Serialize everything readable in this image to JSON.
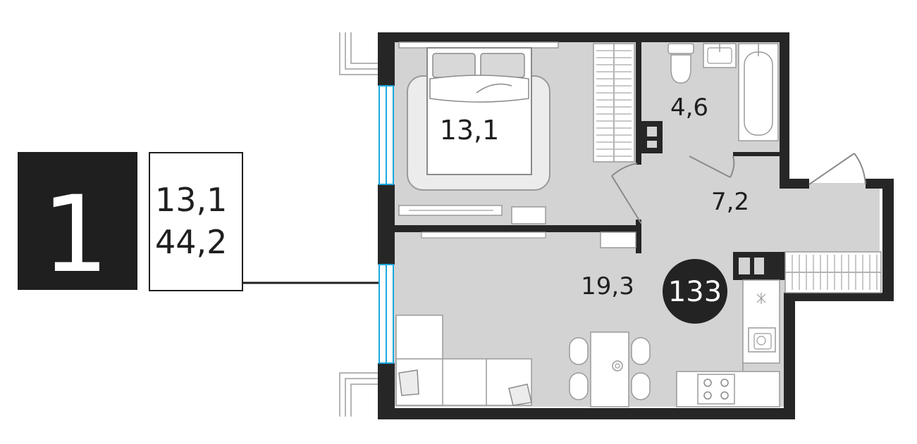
{
  "apartment": {
    "rooms_count": "1",
    "living_area": "13,1",
    "total_area": "44,2",
    "number": "133"
  },
  "rooms": {
    "bedroom": "13,1",
    "bathroom": "4,6",
    "hallway": "7,2",
    "living_kitchen": "19,3"
  },
  "colors": {
    "wall": "#262626",
    "floor": "#d3d3d3",
    "window": "#1aa8e0",
    "badge": "#232323",
    "furniture_fill": "#ffffff",
    "furniture_stroke": "#9a9a9a"
  }
}
